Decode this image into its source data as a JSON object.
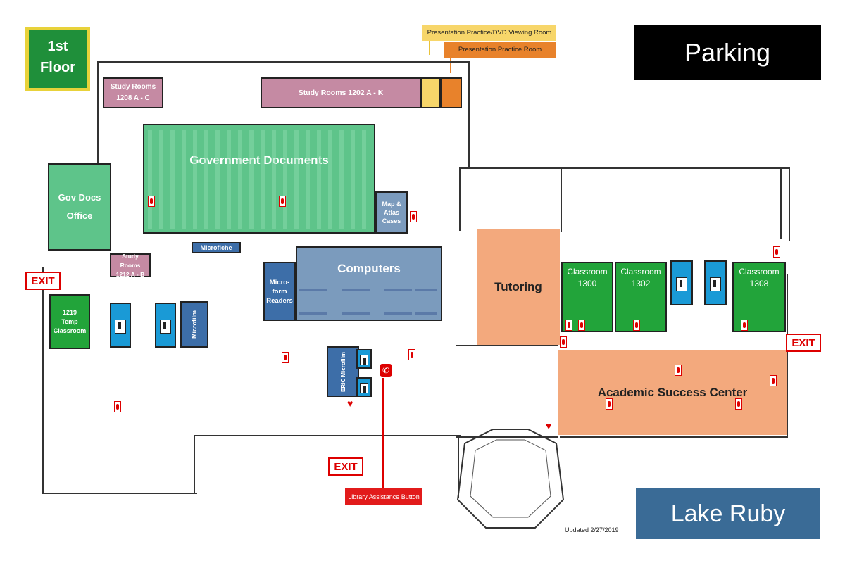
{
  "floor_badge": {
    "line1": "1st",
    "line2": "Floor"
  },
  "legend": {
    "presentation_dvd": "Presentation Practice/DVD Viewing Room",
    "presentation_practice": "Presentation Practice Room"
  },
  "parking": "Parking",
  "lake": "Lake Ruby",
  "updated": "Updated 2/27/2019",
  "rooms": {
    "study_1208_l1": "Study Rooms",
    "study_1208_l2": "1208 A  - C",
    "study_1202": "Study Rooms 1202 A  - K",
    "gov_docs": "Government Documents",
    "map_atlas_l1": "Map &",
    "map_atlas_l2": "Atlas",
    "map_atlas_l3": "Cases",
    "gov_office_l1": "Gov Docs",
    "gov_office_l2": "Office",
    "study_1212_l1": "Study Rooms",
    "study_1212_l2": "1212 A - B",
    "microfiche": "Microfiche",
    "computers": "Computers",
    "microform_l1": "Micro-",
    "microform_l2": "form",
    "microform_l3": "Readers",
    "temp_l1": "1219",
    "temp_l2": "Temp",
    "temp_l3": "Classroom",
    "microfilm": "Microfilm",
    "eric_microfilm": "ERIC Microfilm",
    "tutoring": "Tutoring",
    "classroom_1300_l1": "Classroom",
    "classroom_1300_l2": "1300",
    "classroom_1302_l1": "Classroom",
    "classroom_1302_l2": "1302",
    "classroom_1308_l1": "Classroom",
    "classroom_1308_l2": "1308",
    "asc": "Academic Success Center"
  },
  "exits": {
    "left": "EXIT",
    "right": "EXIT",
    "bottom": "EXIT"
  },
  "assistance_button": "Library Assistance Button",
  "colors": {
    "floor_green": "#1f8f3a",
    "floor_border": "#e8d23a",
    "study_pink": "#c58aa3",
    "gov_green": "#5ec48a",
    "computers_blue": "#7b9bbd",
    "microform_blue": "#3d6ea8",
    "restroom_blue": "#1a9ad6",
    "classroom_green": "#22a43a",
    "tutoring_orange": "#f3a97d",
    "parking_black": "#000000",
    "lake_blue": "#3a6b96",
    "yellow_room": "#f7d66a",
    "orange_room": "#e8822b",
    "exit_red": "#dd0000"
  }
}
